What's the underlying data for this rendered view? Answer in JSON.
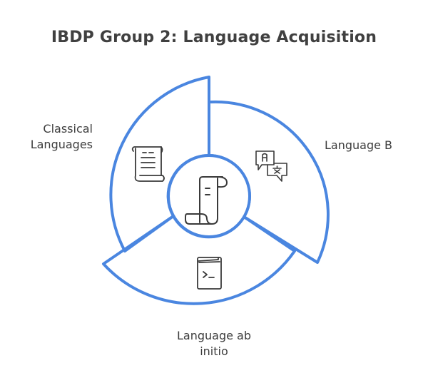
{
  "title": "IBDP Group 2: Language Acquisition",
  "colors": {
    "segment_stroke": "#4a86e0",
    "icon_stroke": "#3a3a3a",
    "text": "#3d3d3d",
    "background": "#ffffff"
  },
  "center": {
    "icon": "scroll-icon"
  },
  "segments": [
    {
      "label_line1": "Classical",
      "label_line2": "Languages",
      "icon": "scroll-text-icon"
    },
    {
      "label_line1": "Language B",
      "label_line2": "",
      "icon": "translate-icon"
    },
    {
      "label_line1": "Language ab",
      "label_line2": "initio",
      "icon": "book-terminal-icon"
    }
  ]
}
